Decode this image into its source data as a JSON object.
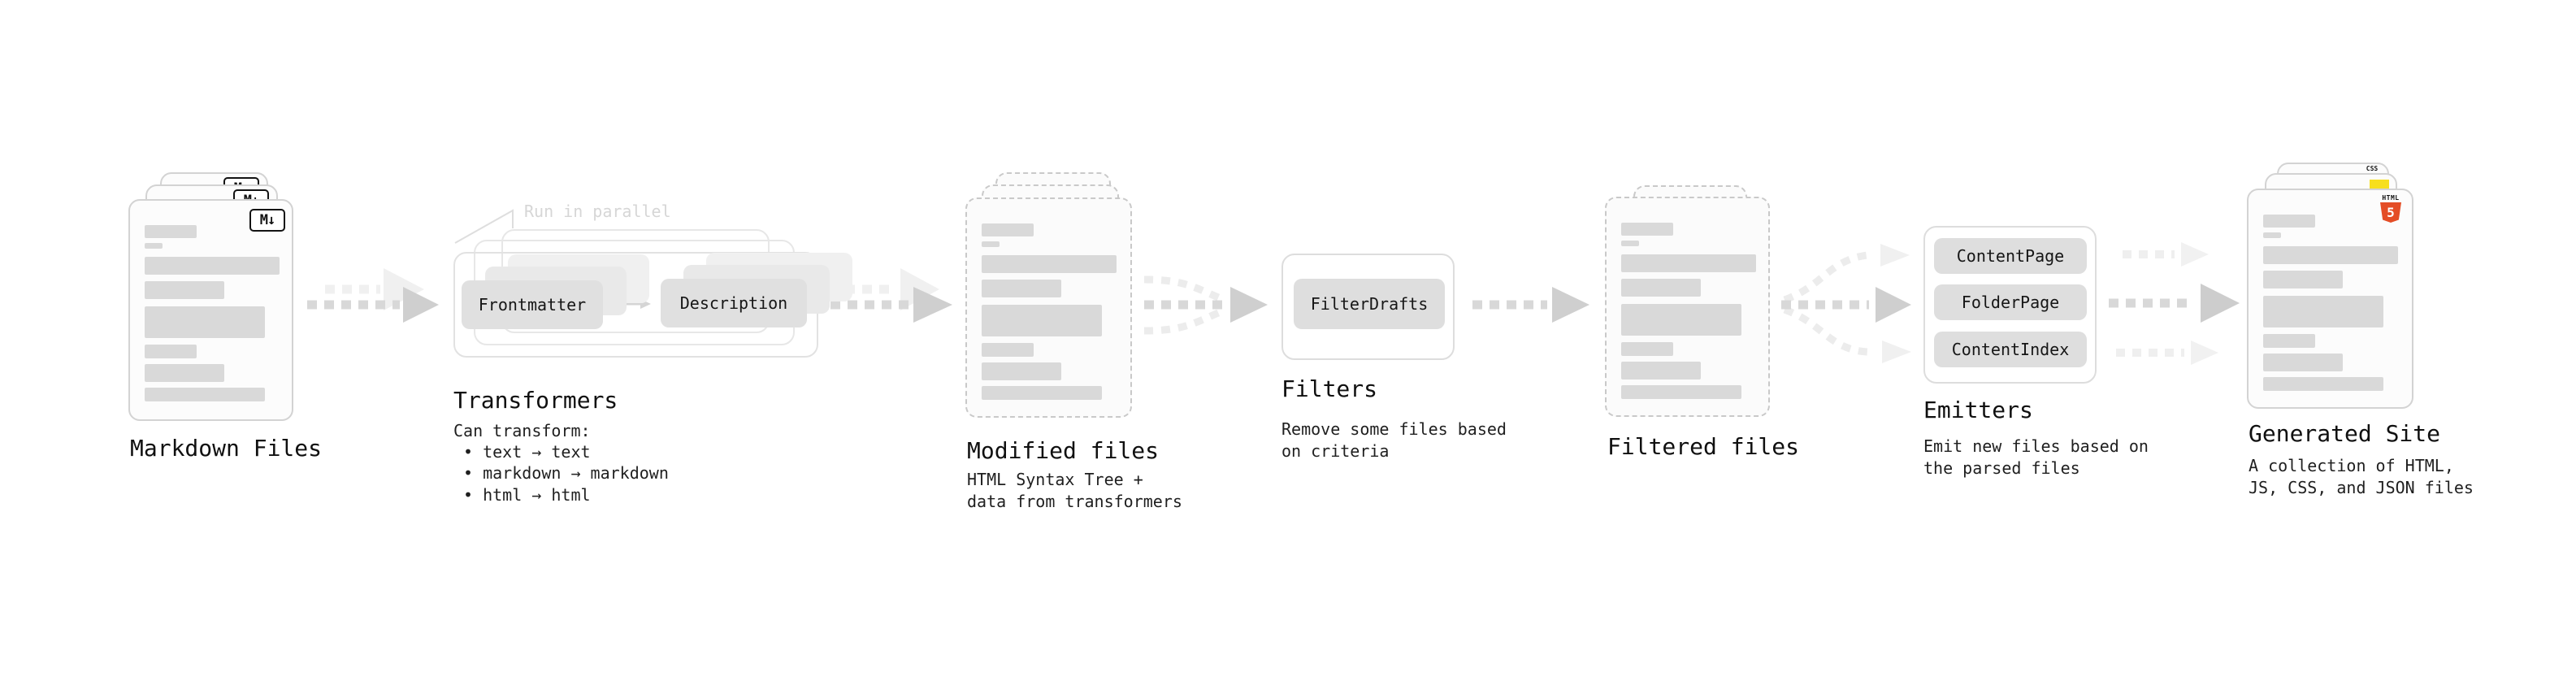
{
  "colors": {
    "html5_orange": "#e44d26",
    "js_yellow": "#f7df1e",
    "css_blue": "#2965f1",
    "skeleton_bar_gray": "#d9d9d9",
    "arrow_gray": "#d8d8d8",
    "text_dark": "#161616"
  },
  "markdown_files": {
    "title": "Markdown Files",
    "icon_label": "M↓"
  },
  "transformers": {
    "title": "Transformers",
    "annotation": "Run in parallel",
    "button_left": "Frontmatter",
    "button_right": "Description",
    "desc_heading": "Can transform:",
    "bullets": [
      "• text → text",
      "• markdown → markdown",
      "• html → html"
    ]
  },
  "modified_files": {
    "title": "Modified files",
    "desc_line1": "HTML Syntax Tree +",
    "desc_line2": "data from transformers"
  },
  "filters": {
    "title": "Filters",
    "button": "FilterDrafts",
    "desc_line1": "Remove some files based",
    "desc_line2": "on criteria"
  },
  "filtered_files": {
    "title": "Filtered files"
  },
  "emitters": {
    "title": "Emitters",
    "buttons": [
      "ContentPage",
      "FolderPage",
      "ContentIndex"
    ],
    "desc_line1": "Emit new files based on",
    "desc_line2": "the parsed files"
  },
  "generated_site": {
    "title": "Generated Site",
    "desc_line1": "A collection of HTML,",
    "desc_line2": "JS, CSS, and JSON files",
    "css_badge": "CSS",
    "html_badge_word": "HTML",
    "html_badge_number": "5"
  }
}
